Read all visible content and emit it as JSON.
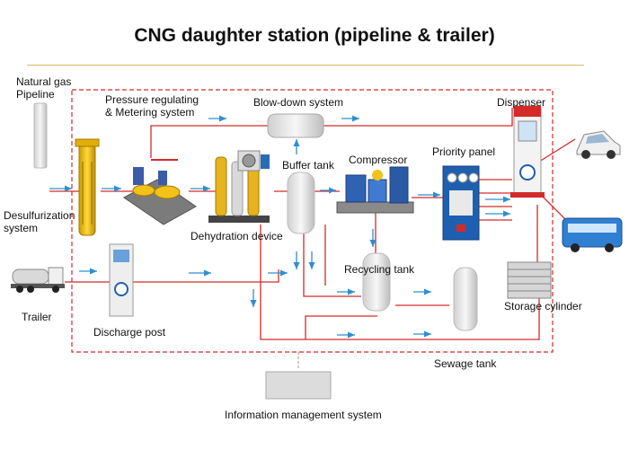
{
  "title": "CNG daughter station (pipeline & trailer)",
  "labels": {
    "natural_gas_pipeline": "Natural gas\nPipeline",
    "desulfurization_system": "Desulfurization\nsystem",
    "trailer": "Trailer",
    "pressure_regulating": "Pressure regulating\n& Metering system",
    "blow_down_system": "Blow-down system",
    "dehydration_device": "Dehydration device",
    "buffer_tank": "Buffer tank",
    "compressor": "Compressor",
    "priority_panel": "Priority panel",
    "dispenser": "Dispenser",
    "recycling_tank": "Recycling tank",
    "storage_cylinder": "Storage cylinder",
    "discharge_post": "Discharge post",
    "sewage_tank": "Sewage tank",
    "information_management_system": "Information management system"
  },
  "colors": {
    "gas_line": "#d42a2a",
    "flow_arrow": "#2f8fd0",
    "boundary": "#d42a2a",
    "rule": "#d9b86a"
  }
}
